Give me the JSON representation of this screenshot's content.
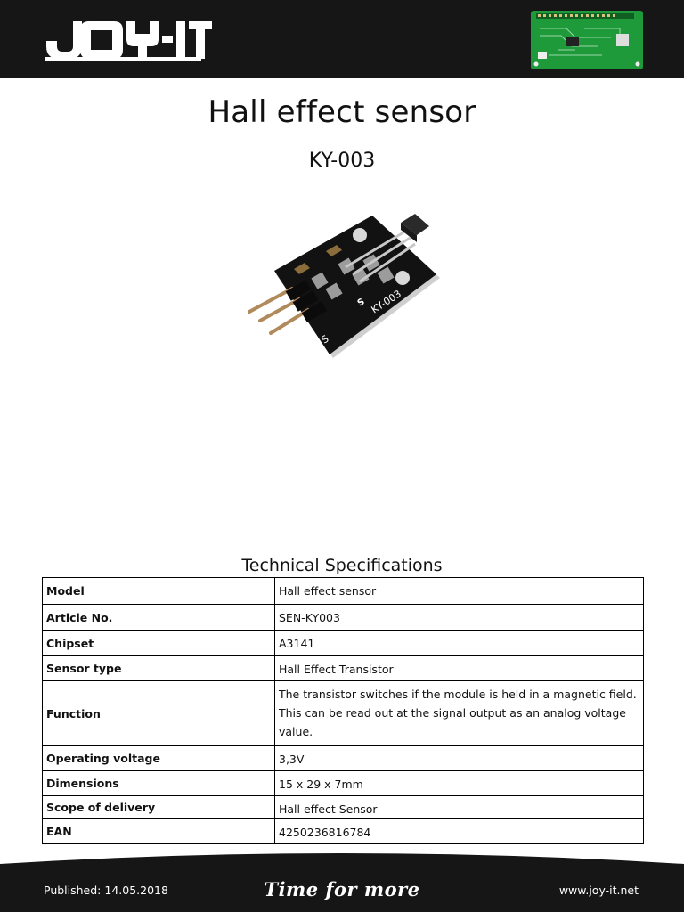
{
  "brand": {
    "logo_text": "JOY-IT"
  },
  "document": {
    "title": "Hall effect sensor",
    "model_code": "KY-003",
    "spec_heading": "Technical Specifications"
  },
  "product_image": {
    "board_label": "KY-003",
    "pin_label": "S",
    "marking": "S"
  },
  "specs": [
    {
      "key": "Model",
      "value": "Hall effect sensor"
    },
    {
      "key": "Article No.",
      "value": "SEN-KY003"
    },
    {
      "key": "Chipset",
      "value": "A3141"
    },
    {
      "key": "Sensor type",
      "value": "Hall Effect Transistor"
    },
    {
      "key": "Function",
      "value": "The transistor switches if the module is held in a magnetic field. This can be read out at the signal output as an analog voltage value."
    },
    {
      "key": "Operating voltage",
      "value": "3,3V"
    },
    {
      "key": "Dimensions",
      "value": "15 x 29 x 7mm"
    },
    {
      "key": "Scope of delivery",
      "value": "Hall effect Sensor"
    },
    {
      "key": "EAN",
      "value": "4250236816784"
    }
  ],
  "footer": {
    "published": "Published: 14.05.2018",
    "slogan": "Time for more",
    "website": "www.joy-it.net"
  },
  "colors": {
    "header_bg": "#161616",
    "pcb_green": "#1f9a3a",
    "module_black": "#121212"
  }
}
